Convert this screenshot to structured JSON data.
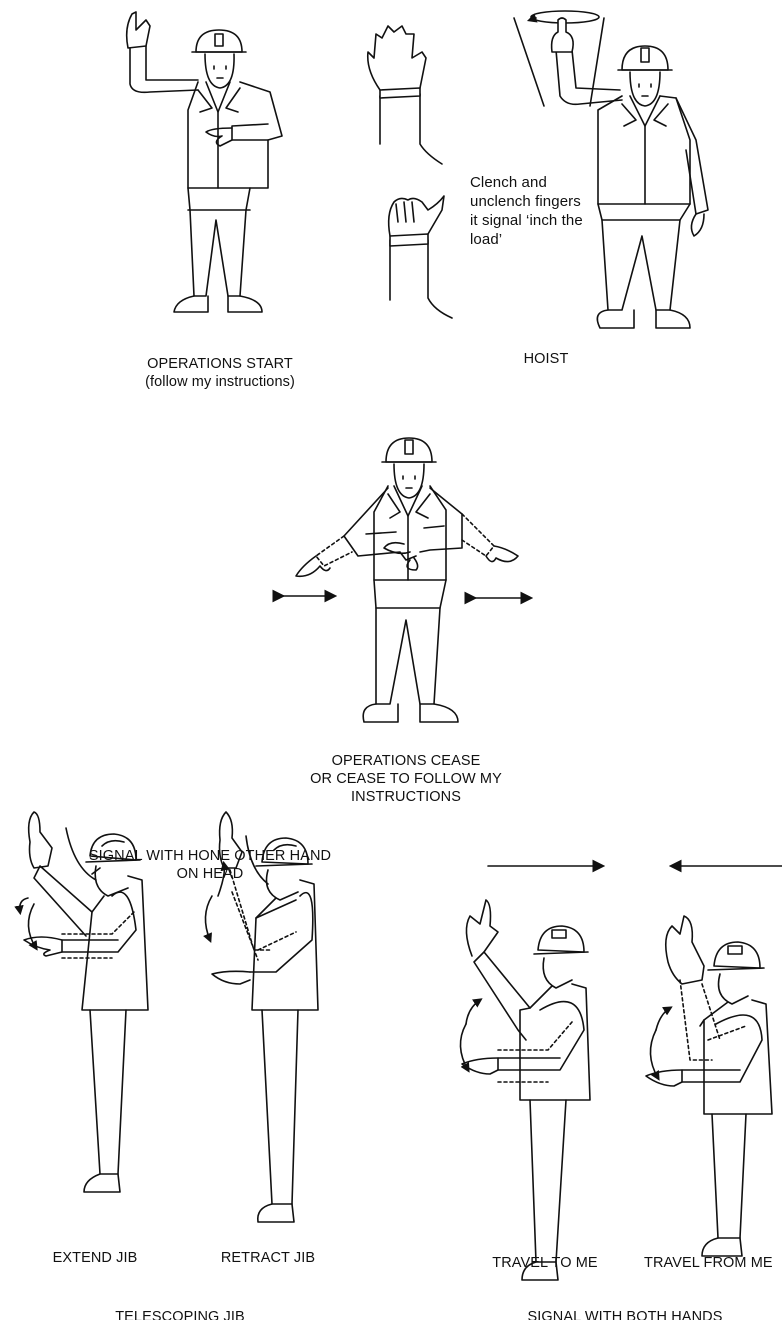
{
  "top": {
    "operations_start": {
      "line1": "OPERATIONS START",
      "line2": "(follow my instructions)"
    },
    "hoist": {
      "label": "HOIST",
      "note": [
        "Clench and",
        "unclench fingers",
        "it signal ‘inch the",
        "load’"
      ]
    }
  },
  "middle": {
    "operations_cease": {
      "line1": "OPERATIONS CEASE",
      "line2": "OR CEASE TO FOLLOW MY",
      "line3": "INSTRUCTIONS"
    }
  },
  "bottom": {
    "header": {
      "line1": "SIGNAL WITH HONE OTHER HAND",
      "line2": "ON HEAD"
    },
    "extend_jib": "EXTEND JIB",
    "retract_jib": "RETRACT JIB",
    "travel_to_me": "TRAVEL TO ME",
    "travel_from_me": "TRAVEL FROM ME",
    "group_left": "TELESCOPING JIB",
    "group_right": "SIGNAL WITH BOTH HANDS"
  },
  "colors": {
    "ink": "#111111",
    "background": "#ffffff"
  }
}
